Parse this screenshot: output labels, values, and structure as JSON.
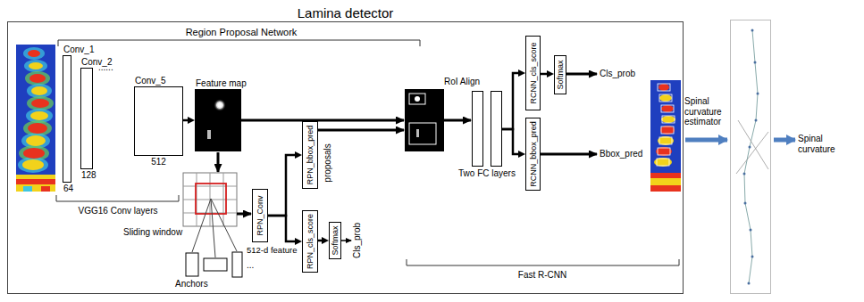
{
  "diagram": {
    "nodes": [
      {
        "text": [
          "Lamina detector"
        ]
      },
      {
        "text": [
          "Conv_1",
          "64"
        ],
        "in": 0
      },
      {
        "text": [
          "Conv_2",
          "128"
        ],
        "in": 0
      },
      {
        "text": [
          "Conv_5",
          "512"
        ],
        "in": 0
      },
      {
        "text": [
          "Feature map"
        ],
        "in": 0
      },
      {
        "text": [
          "RPN_Conv"
        ],
        "in": 0
      },
      {
        "text": [
          "RPN_bbox_pred"
        ],
        "in": 0
      },
      {
        "text": [
          "RPN_cls_score"
        ],
        "in": 0
      },
      {
        "text": [
          "Softmax"
        ],
        "in": 0
      },
      {
        "text": [
          "Two FC layers"
        ],
        "in": 0
      },
      {
        "text": [
          "RCNN_cls_score"
        ],
        "in": 0
      },
      {
        "text": [
          "Softmax"
        ],
        "in": 0
      },
      {
        "text": [
          "RCNN_bbox_pred"
        ],
        "in": 0
      }
    ],
    "edges": [
      {
        "from": 3,
        "to": 4,
        "arrow": "to"
      },
      {
        "from": 5,
        "to": 6,
        "arrow": "to"
      },
      {
        "from": 5,
        "to": 7,
        "arrow": "to"
      },
      {
        "from": 7,
        "to": 8,
        "arrow": "to"
      },
      {
        "from": 9,
        "to": 10,
        "arrow": "to"
      },
      {
        "from": 9,
        "to": 12,
        "arrow": "to"
      },
      {
        "from": 10,
        "to": 11,
        "arrow": "to"
      }
    ],
    "labels": [
      "Region Proposal Network",
      "......",
      "VGG16 Conv layers",
      "Sliding window",
      "Anchors",
      "...",
      "512-d feature",
      "proposals",
      "Cls_prob",
      "RoI Align",
      "Cls_prob",
      "Bbox_pred",
      "Fast R-CNN",
      "Spinal curvature estimator",
      "Spinal curvature"
    ]
  }
}
